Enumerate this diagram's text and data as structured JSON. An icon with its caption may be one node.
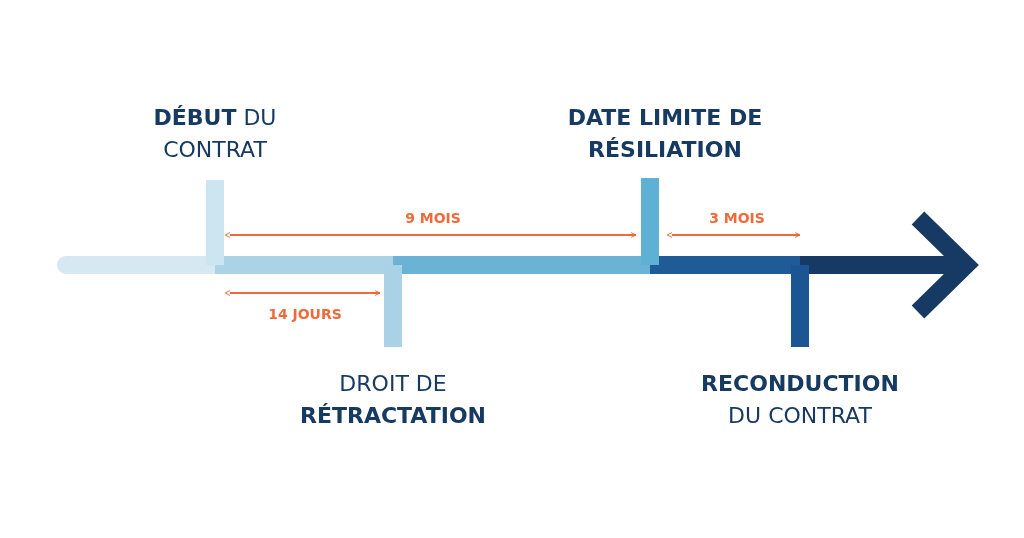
{
  "diagram": {
    "labels": [
      "**DÉBUT** DU CONTRAT",
      "DATE LIMITE DE RÉSILIATION",
      "9 MOIS",
      "3 MOIS",
      "14 JOURS",
      "DROIT DE **RÉTRACTATION**",
      "**RECONDUCTION** DU CONTRAT"
    ]
  }
}
